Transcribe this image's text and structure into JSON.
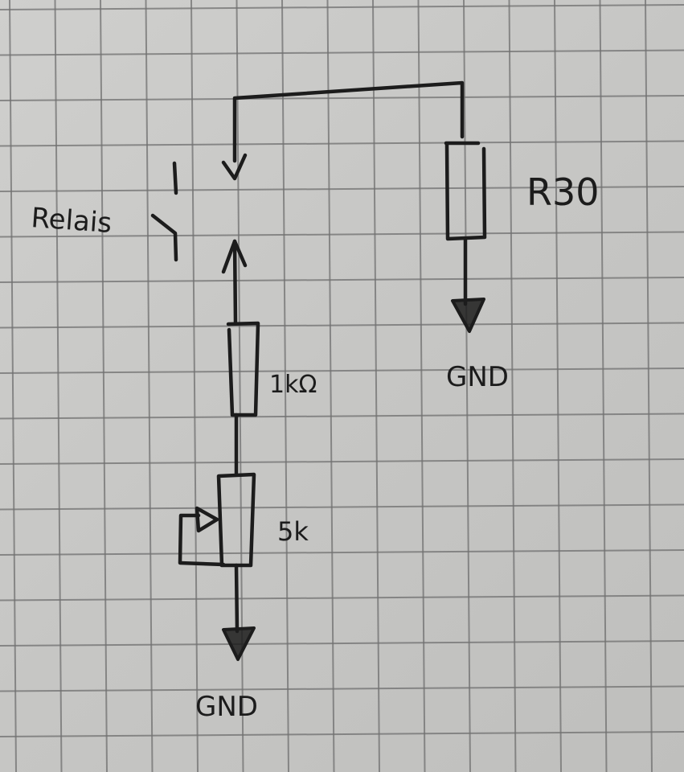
{
  "diagram": {
    "type": "hand-drawn circuit schematic on grid paper",
    "labels": {
      "relay": "Relais",
      "r30": "R30",
      "resistor_1k": "1kΩ",
      "potentiometer_5k": "5k",
      "gnd_right": "GND",
      "gnd_left": "GND"
    },
    "components": [
      {
        "id": "relay-contact",
        "kind": "relay switch contact",
        "label": "Relais"
      },
      {
        "id": "r30",
        "kind": "resistor",
        "label": "R30"
      },
      {
        "id": "resistor-1k",
        "kind": "resistor",
        "label": "1kΩ"
      },
      {
        "id": "pot-5k",
        "kind": "potentiometer (wiper tied to end)",
        "label": "5k"
      },
      {
        "id": "gnd-right",
        "kind": "ground",
        "label": "GND"
      },
      {
        "id": "gnd-left",
        "kind": "ground",
        "label": "GND"
      }
    ],
    "connections": [
      [
        "relay-contact (top)",
        "r30 (top)"
      ],
      [
        "r30 (bottom)",
        "gnd-right"
      ],
      [
        "relay-contact (bottom)",
        "resistor-1k (top)"
      ],
      [
        "resistor-1k (bottom)",
        "pot-5k (top)"
      ],
      [
        "pot-5k (bottom)",
        "gnd-left"
      ]
    ],
    "colors": {
      "ink": "#1c1c1c",
      "paper": "#c9c9c7",
      "grid": "#707070"
    }
  }
}
